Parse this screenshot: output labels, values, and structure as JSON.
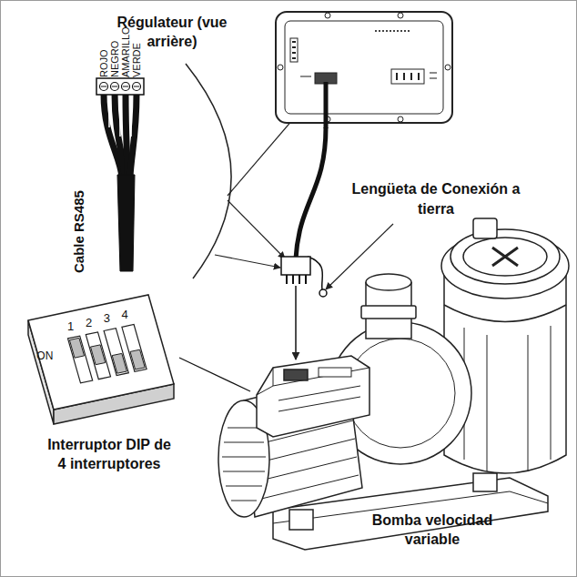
{
  "diagram": {
    "nodes": [
      {
        "text": [
          "Régulateur (vue arrière)"
        ]
      },
      {
        "text": [
          "ON",
          "1",
          "2",
          "3",
          "4",
          "Interruptor DIP de 4 interruptores"
        ]
      },
      {
        "text": [
          "Bomba velocidad variable"
        ]
      }
    ],
    "edges": [
      {
        "from": 0,
        "to": 2,
        "arrow": "to"
      },
      {
        "from": 1,
        "to": 2,
        "arrow": "none"
      }
    ],
    "labels": [
      "ROJO",
      "NEGRO",
      "AMARILLO",
      "VERDE",
      "Cable RS485",
      "Lengüeta de Conexión a tierra"
    ]
  }
}
